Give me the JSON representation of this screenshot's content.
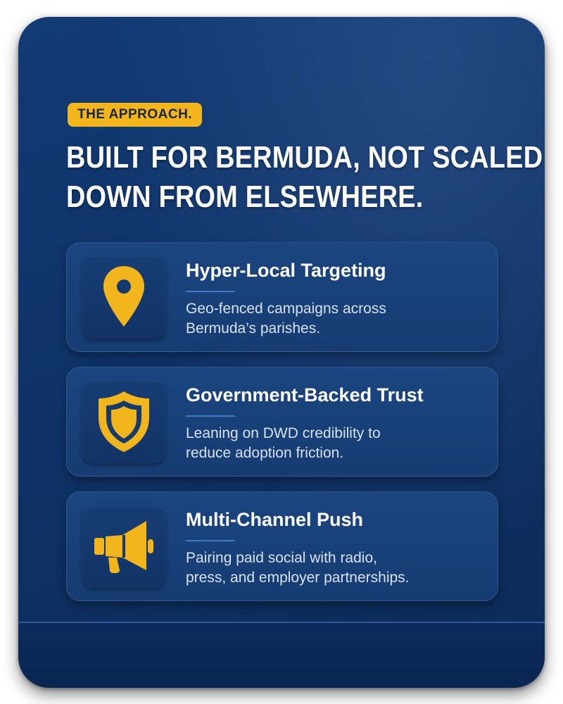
{
  "badge": {
    "label": "THE APPROACH."
  },
  "headline": {
    "line1": "BUILT FOR BERMUDA, NOT SCALED",
    "line2": "DOWN FROM ELSEWHERE."
  },
  "features": [
    {
      "icon": "map-pin-icon",
      "title": "Hyper-Local Targeting",
      "desc_line1": "Geo-fenced campaigns across",
      "desc_line2": "Bermuda’s parishes."
    },
    {
      "icon": "shield-icon",
      "title": "Government-Backed Trust",
      "desc_line1": "Leaning on DWD credibility to",
      "desc_line2": "reduce adoption friction."
    },
    {
      "icon": "megaphone-icon",
      "title": "Multi-Channel Push",
      "desc_line1": "Pairing paid social with radio,",
      "desc_line2": "press, and employer partnerships."
    }
  ],
  "colors": {
    "accent": "#f2b51c",
    "card_background": "#0f3368",
    "panel_background": "#1b4580",
    "title_text": "#ffffff",
    "body_text": "#d7e1ef"
  }
}
